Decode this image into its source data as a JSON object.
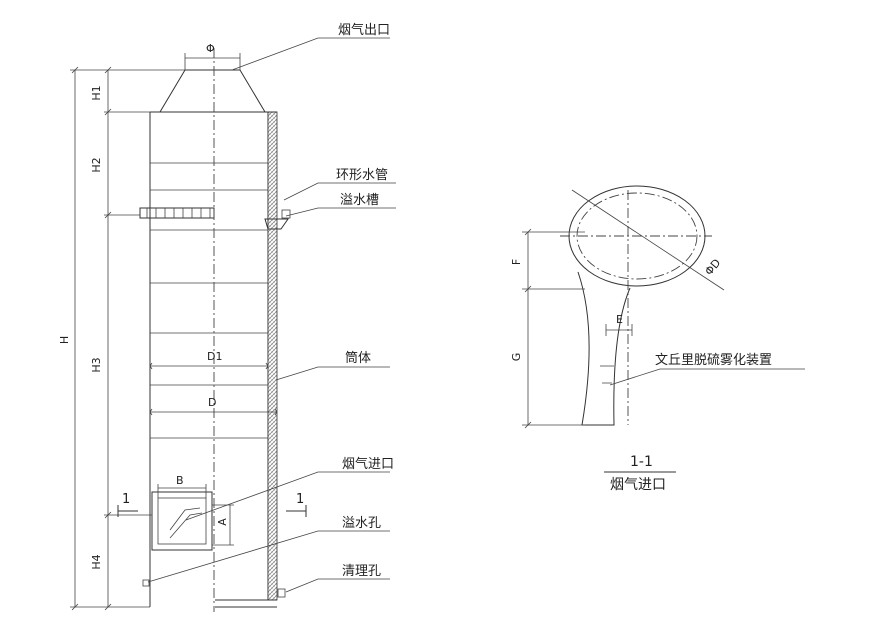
{
  "labels": {
    "flue_outlet": "烟气出口",
    "ring_pipe": "环形水管",
    "overflow_tank": "溢水槽",
    "shell": "筒体",
    "flue_inlet": "烟气进口",
    "overflow_hole": "溢水孔",
    "cleanout_hole": "清理孔",
    "venturi": "文丘里脱硫雾化装置",
    "section_title": "1-1",
    "section_subtitle": "烟气进口"
  },
  "dims": {
    "phi": "Φ",
    "h1": "H1",
    "h2": "H2",
    "h3": "H3",
    "h4": "H4",
    "h": "H",
    "d1": "D1",
    "d": "D",
    "b": "B",
    "a": "A",
    "section_mark": "1",
    "phi_d": "ΦD",
    "e": "E",
    "f": "F",
    "g": "G"
  }
}
